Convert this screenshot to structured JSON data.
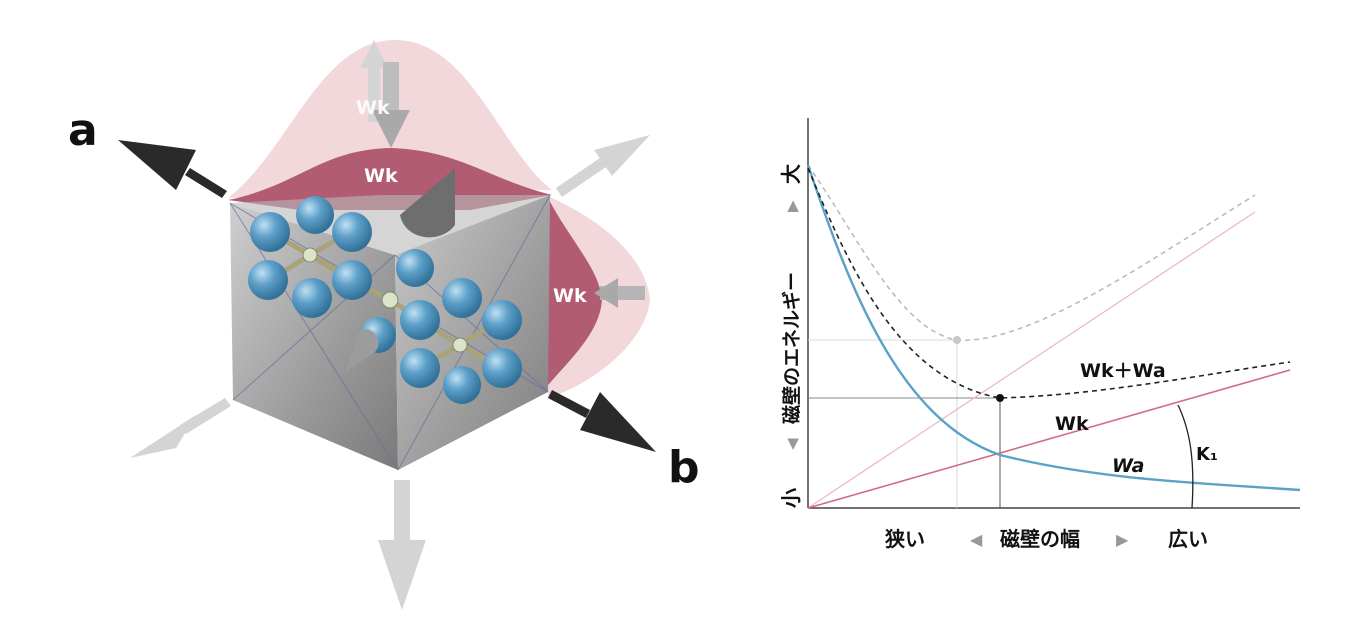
{
  "cube_diagram": {
    "axis_a_label": "a",
    "axis_b_label": "b",
    "top_inner_label": "Wk",
    "top_outer_label": "Wk",
    "side_label": "Wk",
    "colors": {
      "anisotropy_dark": "#b25c74",
      "anisotropy_light": "#f1d6d9",
      "atom": "#4f8fb8",
      "cube": "#8c8c8c"
    }
  },
  "energy_chart": {
    "y_axis_label": "磁壁のエネルギー",
    "y_max_label": "大",
    "y_min_label": "小",
    "x_axis_label": "磁壁の幅",
    "x_narrow_label": "狭い",
    "x_wide_label": "広い",
    "arrow_glyph_up": "▲",
    "arrow_glyph_down": "▼",
    "arrow_glyph_left": "◀",
    "arrow_glyph_right": "▶",
    "sum_label": "Wk＋Wa",
    "wk_label": "Wk",
    "wa_label": "Wa",
    "k1_label": "K₁",
    "colors": {
      "wa_curve": "#5aa2c8",
      "wk_line": "#d06a86",
      "wk_line_light": "#efb8c6",
      "sum_curve": "#222222",
      "sum_curve_light": "#b8b8b8"
    }
  }
}
